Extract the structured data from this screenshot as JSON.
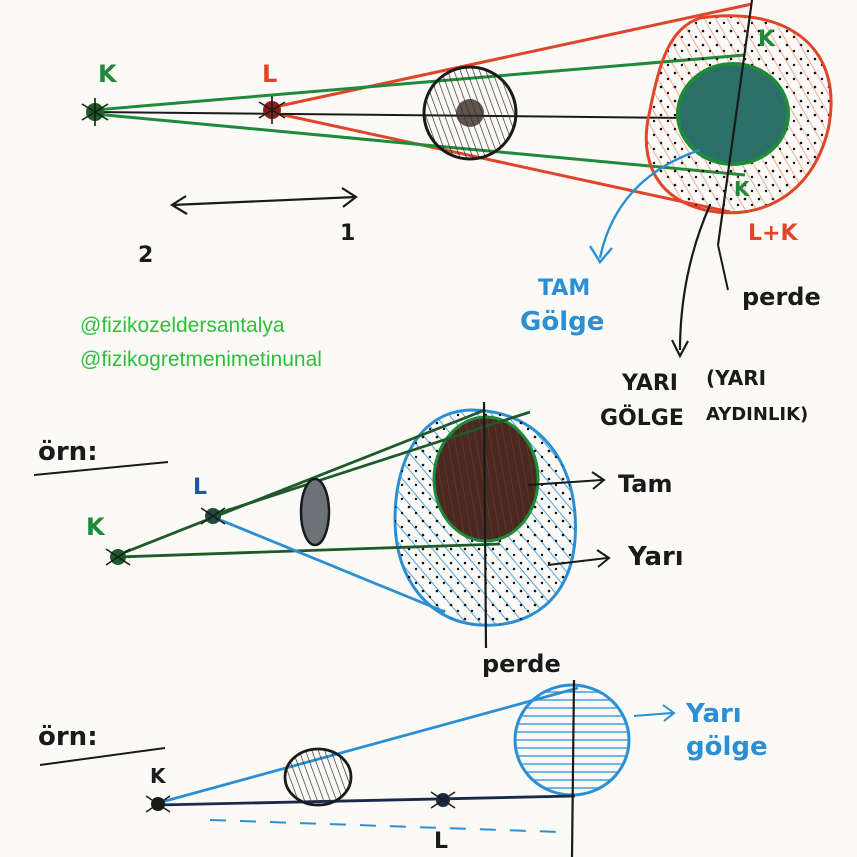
{
  "top": {
    "source_k": "K",
    "source_l": "L",
    "shadow_k_top": "K",
    "shadow_k_bottom": "K",
    "shadow_lk": "L+K",
    "arrow_right": "1",
    "arrow_left": "2",
    "umbra": [
      "TAM",
      "Gölge"
    ],
    "screen": "perde",
    "penumbra": [
      "YARI",
      "GÖLGE"
    ],
    "penumbra_alt": [
      "(YARI",
      "AYDINLIK)"
    ]
  },
  "watermark": {
    "line1": "@fizikozeldersantalya",
    "line2": "@fizikogretmenimetinunal"
  },
  "example1": {
    "title": "örn:",
    "source_k": "K",
    "source_l": "L",
    "umbra": "Tam",
    "penumbra": "Yarı",
    "screen": "perde"
  },
  "example2": {
    "title": "örn:",
    "source_k": "K",
    "source_l": "L",
    "penumbra": [
      "Yarı",
      "gölge"
    ]
  },
  "colors": {
    "ink": "#1a1a1a",
    "green": "#1f8a3a",
    "red": "#e0452a",
    "blue": "#2a8fd4",
    "brown": "#4a2a20",
    "watermark": "#2fbf3a"
  }
}
